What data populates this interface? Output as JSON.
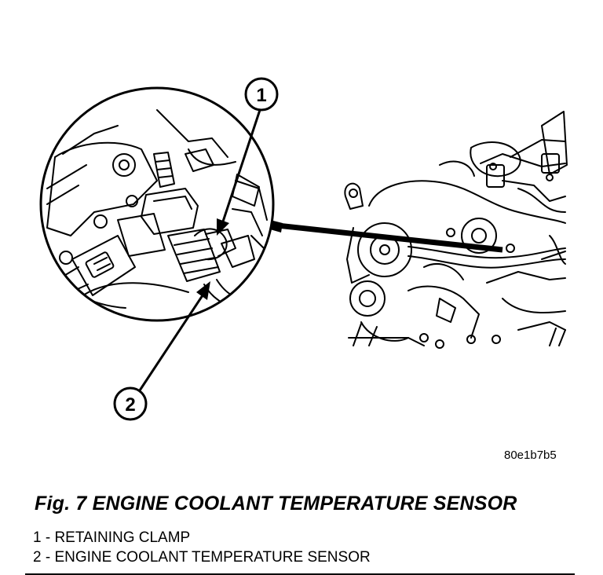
{
  "figure": {
    "code": "80e1b7b5",
    "caption": "Fig. 7 ENGINE COOLANT TEMPERATURE SENSOR",
    "callouts": [
      {
        "number": "1",
        "label": "RETAINING CLAMP"
      },
      {
        "number": "2",
        "label": "ENGINE COOLANT TEMPERATURE SENSOR"
      }
    ],
    "legend": [
      "1 - RETAINING CLAMP",
      "2 - ENGINE COOLANT TEMPERATURE SENSOR"
    ]
  }
}
